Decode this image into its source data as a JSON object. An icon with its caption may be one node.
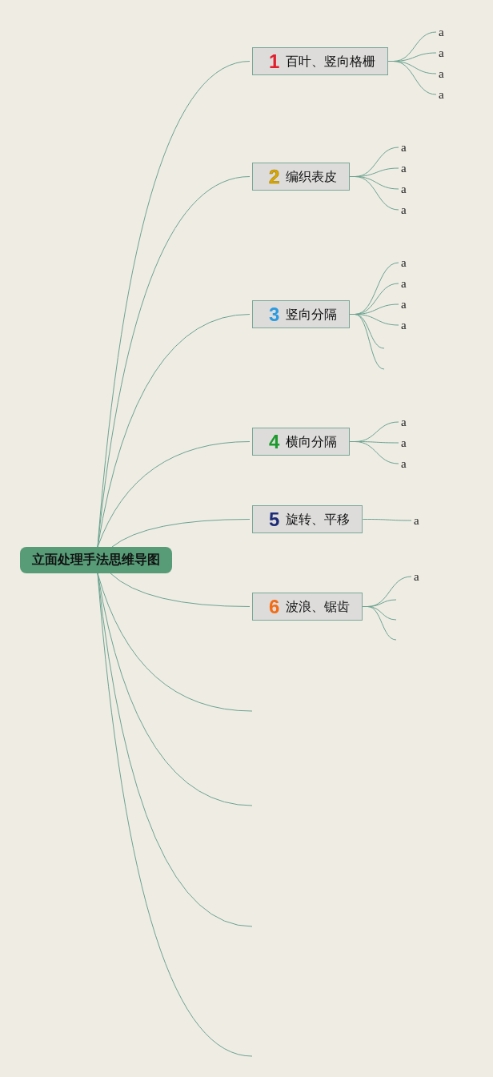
{
  "diagram": {
    "nodes": [
      {
        "text": [
          "立面处理手法思维导图"
        ]
      },
      {
        "text": [
          "1",
          "百叶、竖向格栅"
        ]
      },
      {
        "text": [
          "a"
        ]
      },
      {
        "text": [
          "a"
        ]
      },
      {
        "text": [
          "a"
        ]
      },
      {
        "text": [
          "a"
        ]
      },
      {
        "text": [
          "2",
          "编织表皮"
        ]
      },
      {
        "text": [
          "a"
        ]
      },
      {
        "text": [
          "a"
        ]
      },
      {
        "text": [
          "a"
        ]
      },
      {
        "text": [
          "a"
        ]
      },
      {
        "text": [
          "3",
          "竖向分隔"
        ]
      },
      {
        "text": [
          "a"
        ]
      },
      {
        "text": [
          "a"
        ]
      },
      {
        "text": [
          "a"
        ]
      },
      {
        "text": [
          "a"
        ]
      },
      {
        "text": [
          "4",
          "横向分隔"
        ]
      },
      {
        "text": [
          "a"
        ]
      },
      {
        "text": [
          "a"
        ]
      },
      {
        "text": [
          "a"
        ]
      },
      {
        "text": [
          "5",
          "旋转、平移"
        ]
      },
      {
        "text": [
          "a"
        ]
      },
      {
        "text": [
          "6",
          "波浪、锯齿"
        ]
      },
      {
        "text": [
          "a"
        ]
      }
    ],
    "edges": [
      {
        "from": 0,
        "to": 1,
        "arrow": "none"
      },
      {
        "from": 0,
        "to": 6,
        "arrow": "none"
      },
      {
        "from": 0,
        "to": 11,
        "arrow": "none"
      },
      {
        "from": 0,
        "to": 16,
        "arrow": "none"
      },
      {
        "from": 0,
        "to": 20,
        "arrow": "none"
      },
      {
        "from": 0,
        "to": 22,
        "arrow": "none"
      },
      {
        "from": 0,
        "to": null,
        "arrow": "none"
      },
      {
        "from": 0,
        "to": null,
        "arrow": "none"
      },
      {
        "from": 0,
        "to": null,
        "arrow": "none"
      },
      {
        "from": 0,
        "to": null,
        "arrow": "none"
      },
      {
        "from": 1,
        "to": 2,
        "arrow": "none"
      },
      {
        "from": 1,
        "to": 3,
        "arrow": "none"
      },
      {
        "from": 1,
        "to": 4,
        "arrow": "none"
      },
      {
        "from": 1,
        "to": 5,
        "arrow": "none"
      },
      {
        "from": 6,
        "to": 7,
        "arrow": "none"
      },
      {
        "from": 6,
        "to": 8,
        "arrow": "none"
      },
      {
        "from": 6,
        "to": 9,
        "arrow": "none"
      },
      {
        "from": 6,
        "to": 10,
        "arrow": "none"
      },
      {
        "from": 11,
        "to": 12,
        "arrow": "none"
      },
      {
        "from": 11,
        "to": 13,
        "arrow": "none"
      },
      {
        "from": 11,
        "to": 14,
        "arrow": "none"
      },
      {
        "from": 11,
        "to": 15,
        "arrow": "none"
      },
      {
        "from": 11,
        "to": null,
        "arrow": "none"
      },
      {
        "from": 11,
        "to": null,
        "arrow": "none"
      },
      {
        "from": 16,
        "to": 17,
        "arrow": "none"
      },
      {
        "from": 16,
        "to": 18,
        "arrow": "none"
      },
      {
        "from": 16,
        "to": 19,
        "arrow": "none"
      },
      {
        "from": 20,
        "to": 21,
        "arrow": "none"
      },
      {
        "from": 22,
        "to": 23,
        "arrow": "none"
      },
      {
        "from": 22,
        "to": null,
        "arrow": "none"
      },
      {
        "from": 22,
        "to": null,
        "arrow": "none"
      },
      {
        "from": 22,
        "to": null,
        "arrow": "none"
      }
    ]
  }
}
